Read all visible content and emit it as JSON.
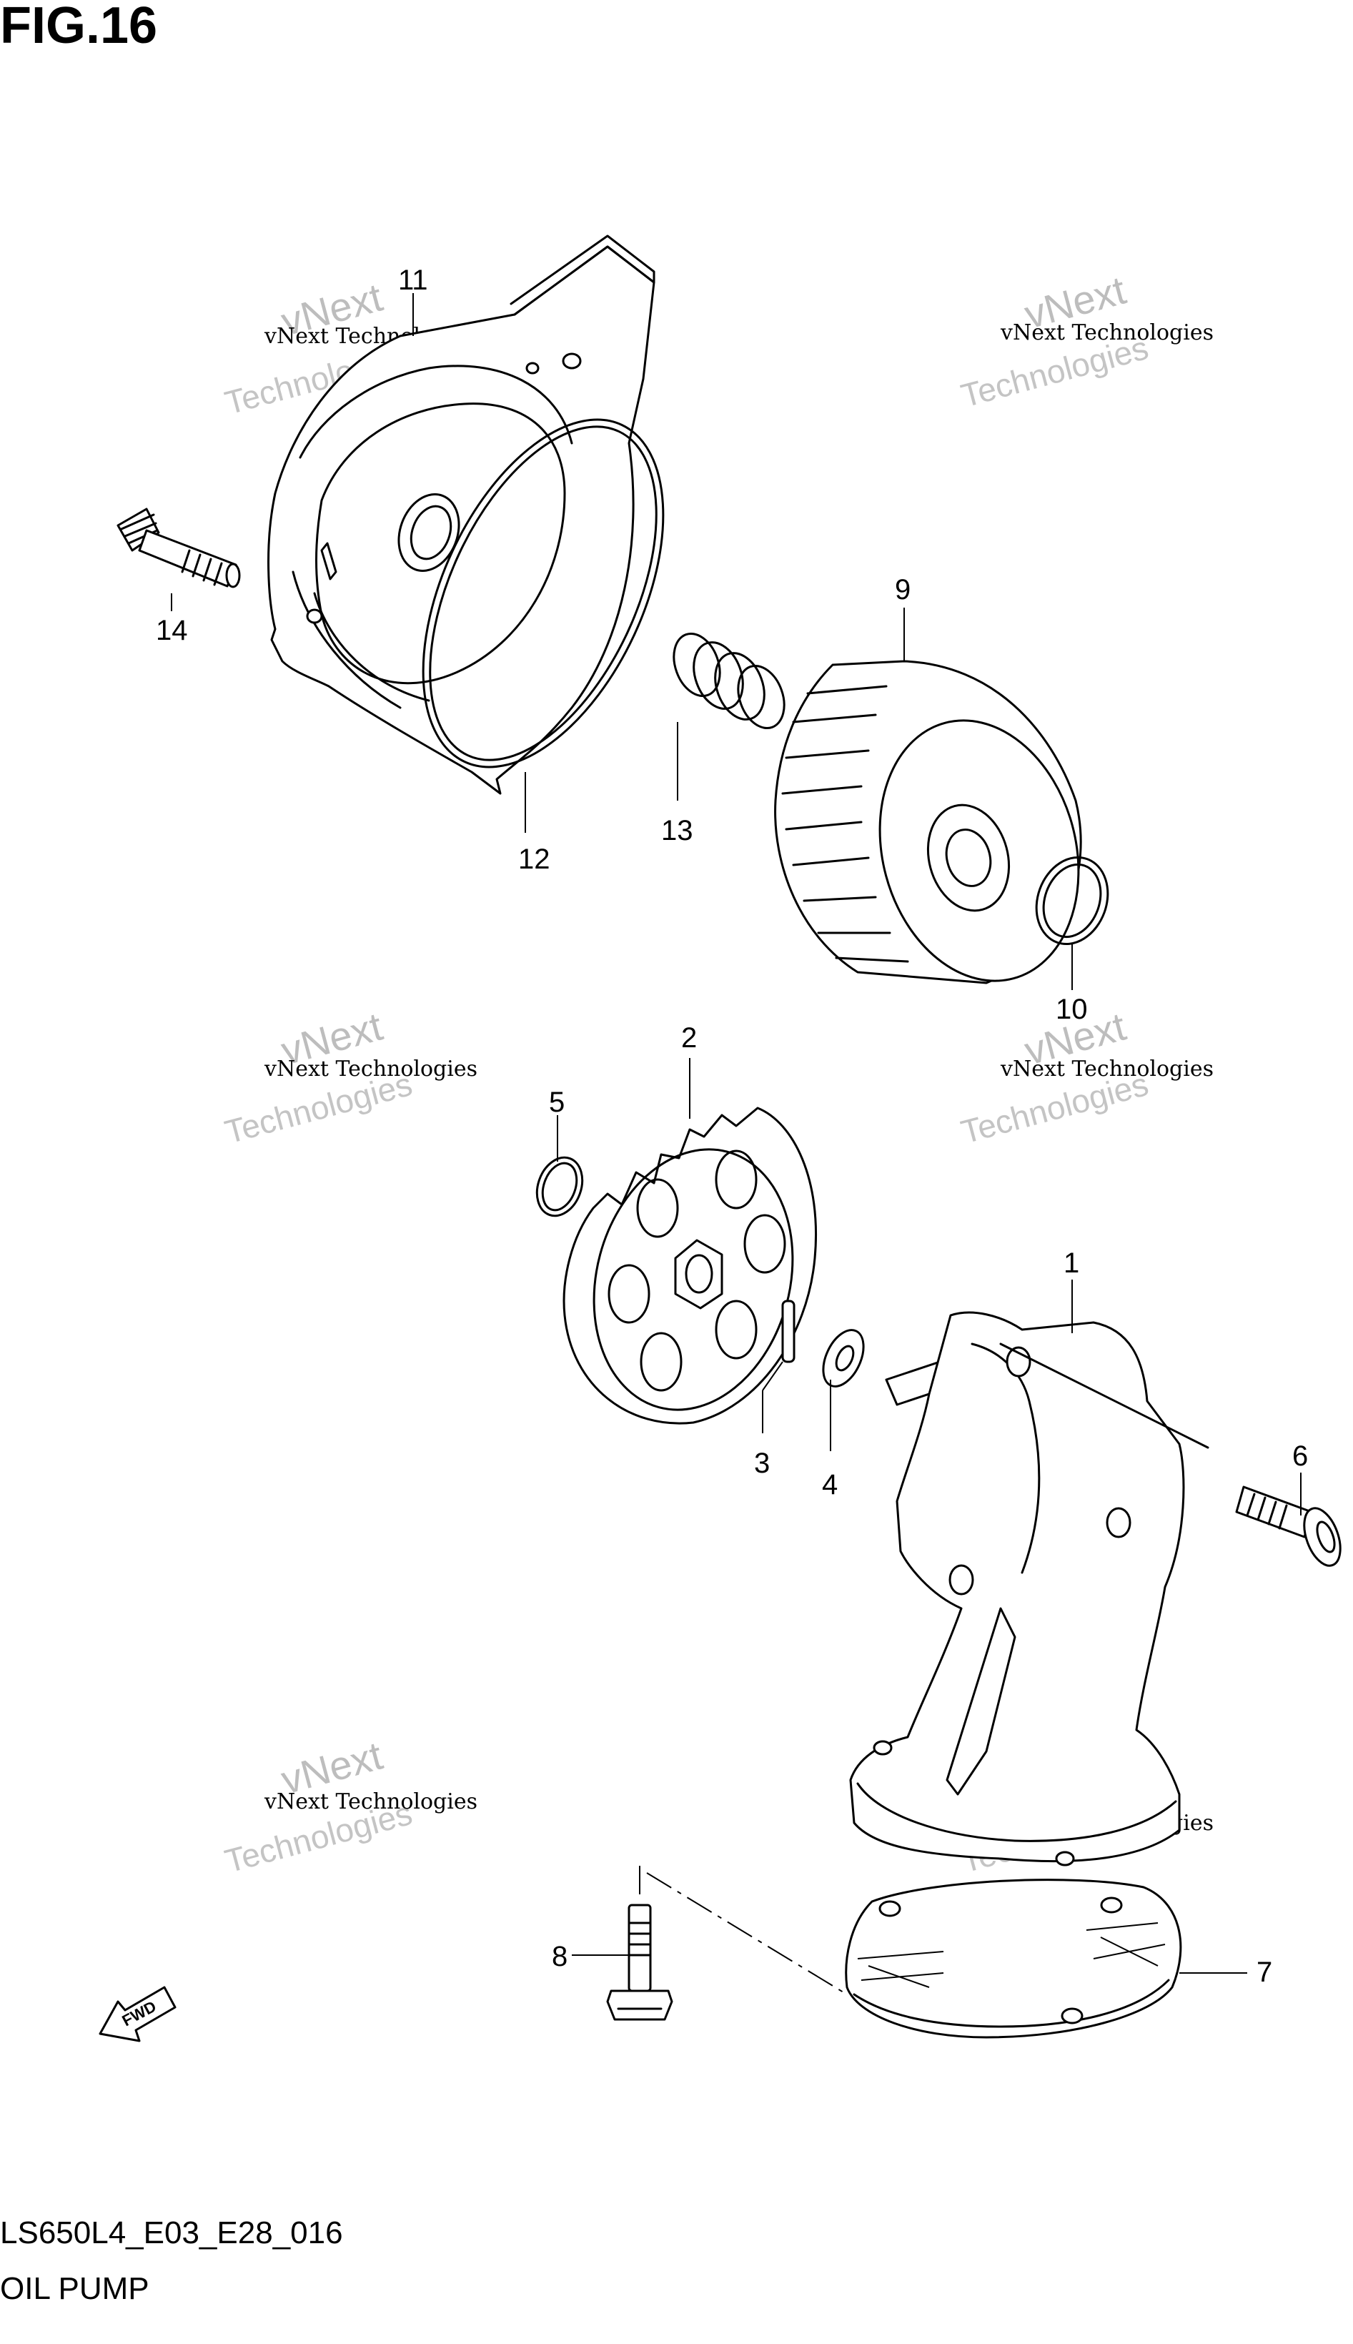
{
  "figure_title": "FIG.16",
  "callouts": {
    "c1": "1",
    "c2": "2",
    "c3": "3",
    "c4": "4",
    "c5": "5",
    "c6": "6",
    "c7": "7",
    "c8": "8",
    "c9": "9",
    "c10": "10",
    "c11": "11",
    "c12": "12",
    "c13": "13",
    "c14": "14"
  },
  "watermark": {
    "line1": "vNext Technologies",
    "line2": "vNext",
    "line3": "Technologies"
  },
  "fwd_label": "FWD",
  "footer": {
    "code": "LS650L4_E03_E28_016",
    "name": "OIL PUMP"
  }
}
